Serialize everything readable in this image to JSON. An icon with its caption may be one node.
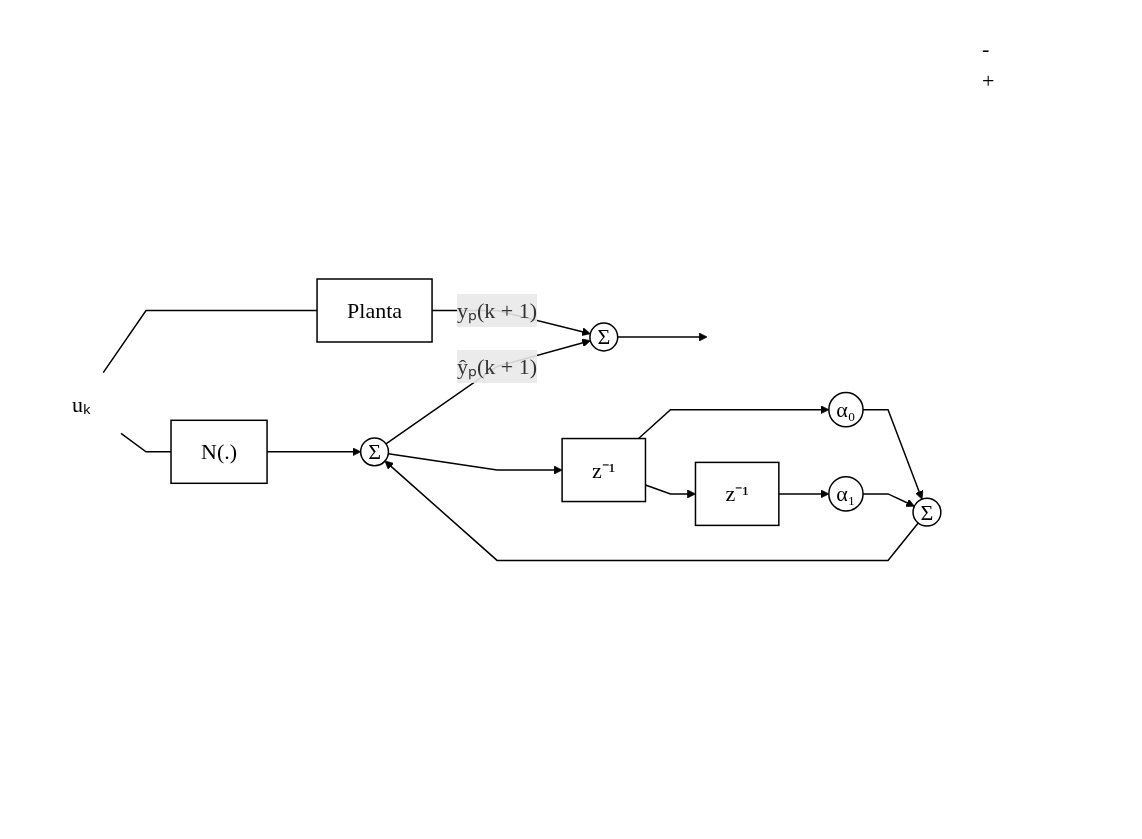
{
  "diagram": {
    "nodes": [
      {
        "text": [
          "Planta"
        ]
      },
      {
        "text": [
          "uₖ"
        ]
      },
      {
        "text": [
          "Σ"
        ]
      },
      {
        "text": [
          "N(.)"
        ]
      },
      {
        "text": [
          "Σ"
        ]
      },
      {
        "text": [
          "z⁻¹"
        ]
      },
      {
        "text": [
          "α₀"
        ]
      },
      {
        "text": [
          "Σ"
        ]
      },
      {
        "text": [
          "z⁻¹"
        ]
      },
      {
        "text": [
          "α₁"
        ]
      }
    ],
    "edges": [
      {
        "from": 1,
        "to": 0,
        "arrow": "none"
      },
      {
        "from": 1,
        "to": 3,
        "arrow": "none"
      },
      {
        "from": 0,
        "to": 2,
        "arrow": "to",
        "label": "yₚ(k + 1)"
      },
      {
        "from": 2,
        "to": null,
        "arrow": "to"
      },
      {
        "from": 3,
        "to": 4,
        "arrow": "to"
      },
      {
        "from": 4,
        "to": 2,
        "arrow": "to",
        "label": "ŷₚ(k + 1)"
      },
      {
        "from": 4,
        "to": 5,
        "arrow": "to"
      },
      {
        "from": 5,
        "to": 6,
        "arrow": "to"
      },
      {
        "from": 5,
        "to": 8,
        "arrow": "to"
      },
      {
        "from": 8,
        "to": 9,
        "arrow": "to"
      },
      {
        "from": 6,
        "to": 7,
        "arrow": "to"
      },
      {
        "from": 9,
        "to": 7,
        "arrow": "to"
      },
      {
        "from": 7,
        "to": 4,
        "arrow": "to"
      }
    ],
    "labels": [
      "-",
      "+"
    ]
  }
}
